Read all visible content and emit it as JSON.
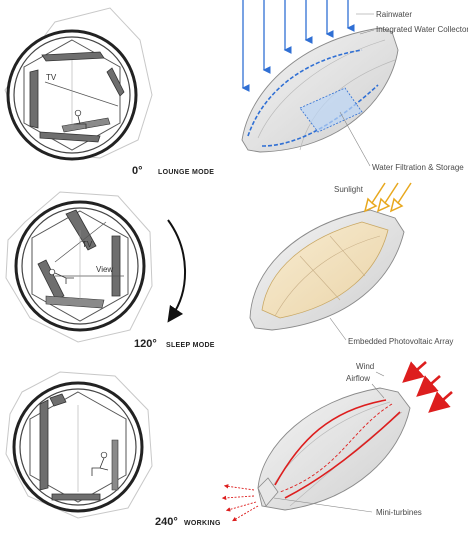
{
  "modes": [
    {
      "degree": "0°",
      "name": "LOUNGE MODE",
      "labels": [
        "TV"
      ]
    },
    {
      "degree": "120°",
      "name": "SLEEP MODE",
      "labels": [
        "TV",
        "View"
      ]
    },
    {
      "degree": "240°",
      "name": "WORKING",
      "labels": []
    }
  ],
  "features": {
    "rain": {
      "labels": [
        "Rainwater",
        "Integrated Water Collectors",
        "Water Filtration & Storage"
      ],
      "color": "#2f6fd4"
    },
    "solar": {
      "labels": [
        "Sunlight",
        "Embedded Photovoltaic Array"
      ],
      "color": "#e8a81e"
    },
    "wind": {
      "labels": [
        "Wind",
        "Airflow",
        "Mini-turbines"
      ],
      "color": "#dd1e1e"
    }
  }
}
